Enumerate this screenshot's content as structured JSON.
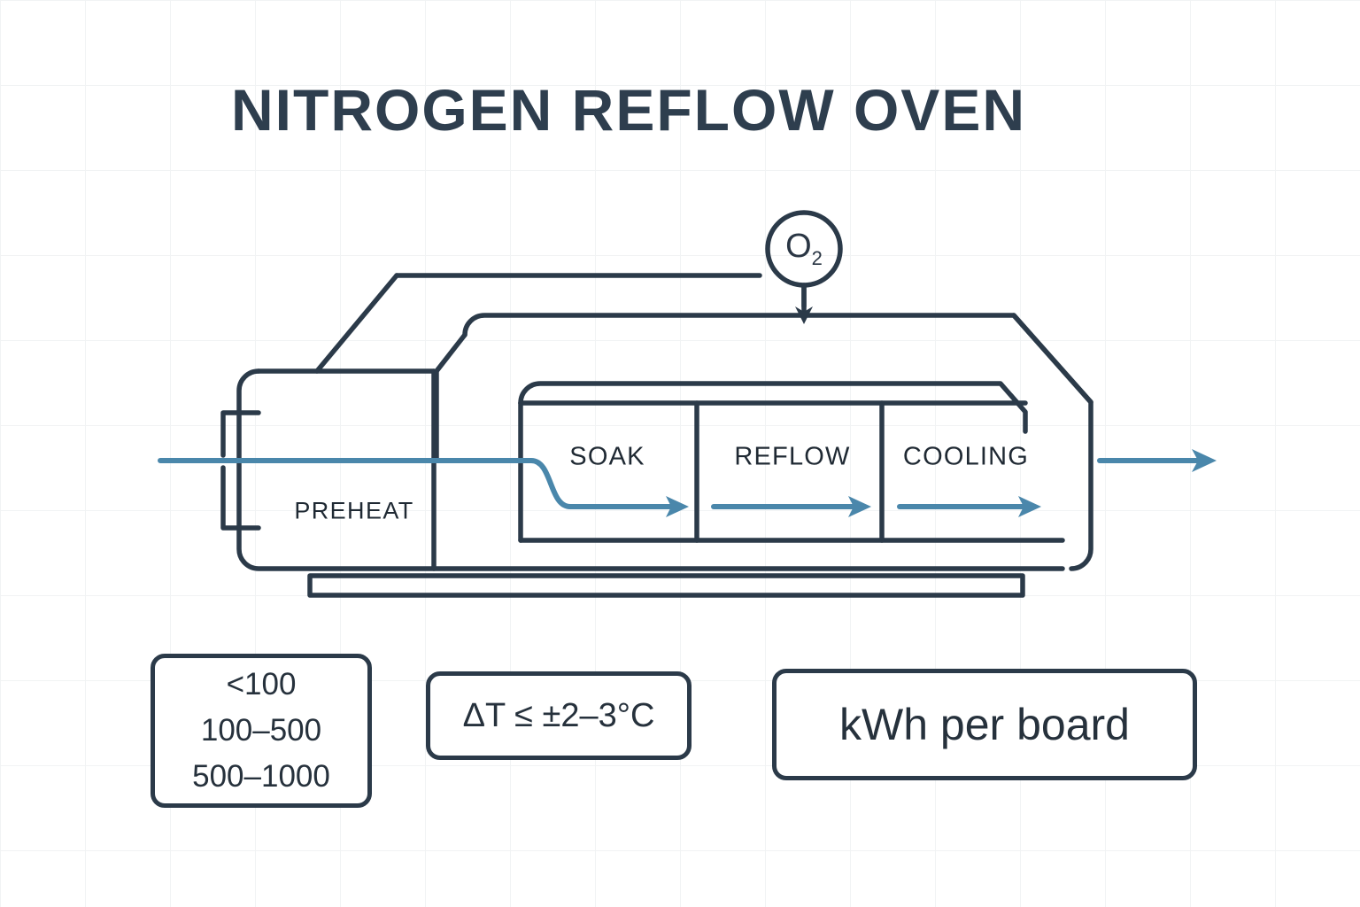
{
  "page": {
    "title": "NITROGEN REFLOW OVEN",
    "background_color": "#ffffff",
    "ink_color": "#2b3a49",
    "accent_color": "#4a87ab",
    "grid_color": "#f1f3f4"
  },
  "oven": {
    "gas_node": {
      "label": "O",
      "subscript": "2",
      "name": "oxygen-indicator"
    },
    "preheat": {
      "label": "PREHEAT"
    },
    "zones": [
      {
        "label": "SOAK"
      },
      {
        "label": "REFLOW"
      },
      {
        "label": "COOLING"
      }
    ],
    "conveyor": {
      "inlet_arrow": "board-in",
      "outlet_arrow": "board-out"
    }
  },
  "specs": [
    {
      "name": "oxygen-ppm-ranges",
      "lines": [
        "<100",
        "100–500",
        "500–1000"
      ]
    },
    {
      "name": "delta-t-tolerance",
      "lines": [
        "ΔT ≤ ±2–3°C"
      ]
    },
    {
      "name": "energy-per-board",
      "lines": [
        "kWh per board"
      ]
    }
  ]
}
